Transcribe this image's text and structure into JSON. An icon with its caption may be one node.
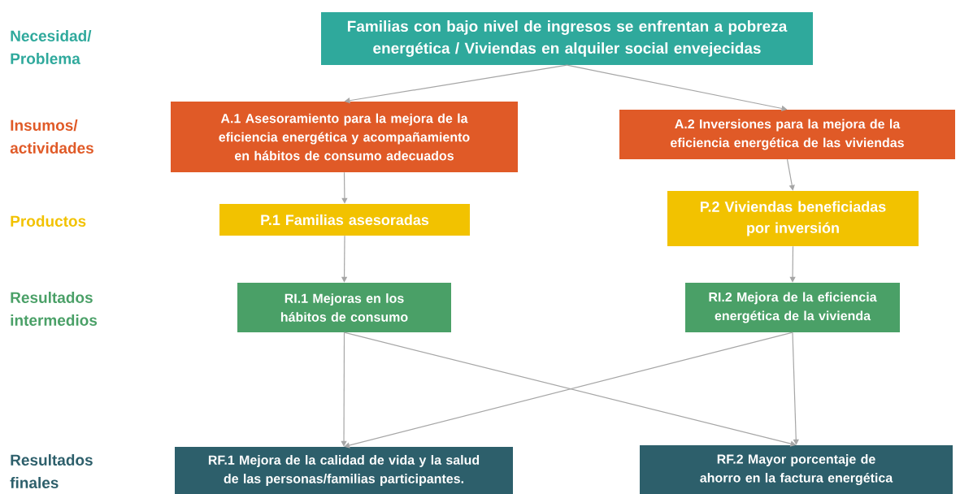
{
  "diagram": {
    "nodes": [
      {
        "text": [
          "Familias con bajo nivel de ingresos se enfrentan a pobreza energética / Viviendas en alquiler social envejecidas"
        ]
      },
      {
        "text": [
          "A.1 Asesoramiento para la mejora de la eficiencia energética y acompañamiento en hábitos de consumo adecuados"
        ]
      },
      {
        "text": [
          "A.2 Inversiones para la mejora de la eficiencia energética de las viviendas"
        ]
      },
      {
        "text": [
          "P.1 Familias asesoradas"
        ]
      },
      {
        "text": [
          "P.2 Viviendas beneficiadas por inversión"
        ]
      },
      {
        "text": [
          "RI.1 Mejoras en los hábitos de consumo"
        ]
      },
      {
        "text": [
          "RI.2 Mejora de la  eficiencia energética de la vivienda"
        ]
      },
      {
        "text": [
          "RF.1 Mejora de la calidad de vida y la salud de las personas/familias participantes."
        ]
      },
      {
        "text": [
          "RF.2 Mayor porcentaje de ahorro en la factura energética"
        ]
      }
    ],
    "edges": [
      {
        "from": 0,
        "to": 1,
        "arrow": "to"
      },
      {
        "from": 0,
        "to": 2,
        "arrow": "to"
      },
      {
        "from": 1,
        "to": 3,
        "arrow": "to"
      },
      {
        "from": 2,
        "to": 4,
        "arrow": "to"
      },
      {
        "from": 3,
        "to": 5,
        "arrow": "to"
      },
      {
        "from": 4,
        "to": 6,
        "arrow": "to"
      },
      {
        "from": 5,
        "to": 7,
        "arrow": "to"
      },
      {
        "from": 5,
        "to": 8,
        "arrow": "to"
      },
      {
        "from": 6,
        "to": 7,
        "arrow": "to"
      },
      {
        "from": 6,
        "to": 8,
        "arrow": "to"
      }
    ],
    "labels": [
      "Necesidad/ Problema",
      "Insumos/ actividades",
      "Productos",
      "Resultados intermedios",
      "Resultados finales"
    ]
  }
}
